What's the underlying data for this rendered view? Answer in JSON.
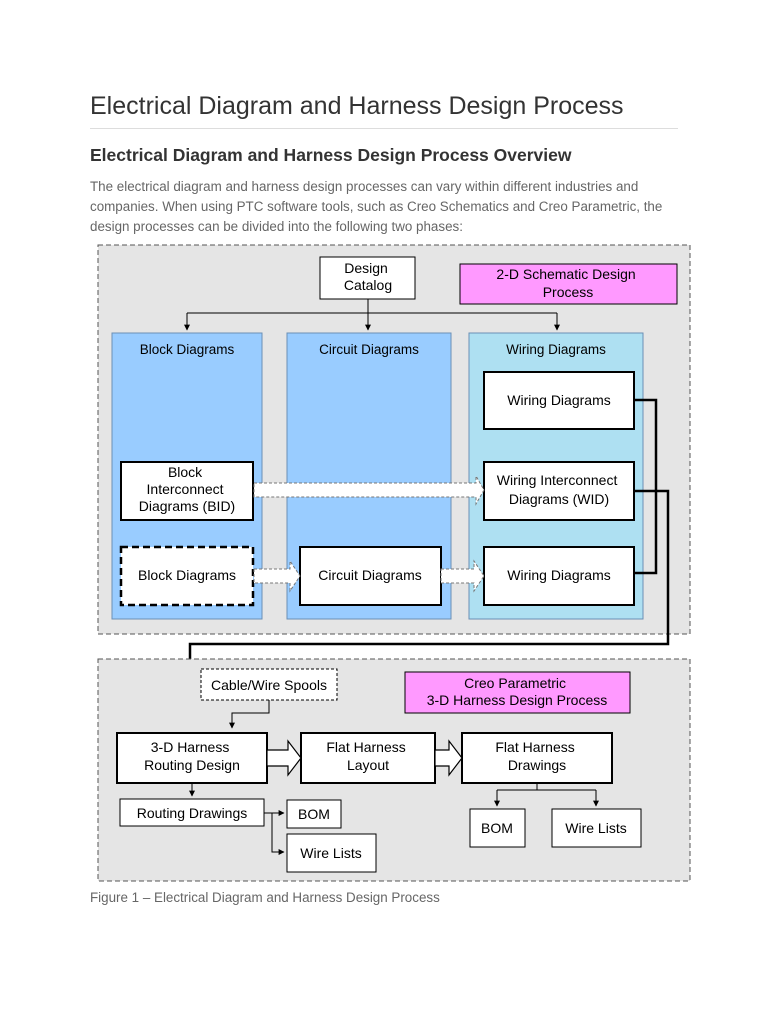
{
  "page": {
    "title": "Electrical Diagram and Harness Design Process",
    "section_title": "Electrical Diagram and Harness Design Process Overview",
    "intro": "The electrical diagram and harness design processes can vary within different industries and companies. When using PTC software tools, such as Creo Schematics and Creo Parametric, the design processes can be divided into the following two phases:",
    "caption": "Figure 1 – Electrical Diagram and Harness Design Process"
  },
  "diagram": {
    "design_catalog": [
      "Design",
      "Catalog"
    ],
    "schematic_phase_label": [
      "2-D Schematic Design",
      "Process"
    ],
    "column_block": "Block Diagrams",
    "column_circuit": "Circuit Diagrams",
    "column_wiring": "Wiring Diagrams",
    "wiring_diagrams_top": "Wiring Diagrams",
    "bid": [
      "Block",
      "Interconnect",
      "Diagrams (BID)"
    ],
    "wid": [
      "Wiring Interconnect",
      "Diagrams (WID)"
    ],
    "block_diagrams": "Block Diagrams",
    "circuit_diagrams": "Circuit Diagrams",
    "wiring_diagrams_bottom": "Wiring Diagrams",
    "cable_wire_spools": "Cable/Wire Spools",
    "harness_phase_label": [
      "Creo Parametric",
      "3-D Harness Design Process"
    ],
    "harness_routing": [
      "3-D Harness",
      "Routing Design"
    ],
    "flat_layout": [
      "Flat Harness",
      "Layout"
    ],
    "flat_drawings": [
      "Flat  Harness",
      "Drawings"
    ],
    "routing_drawings": "Routing Drawings",
    "bom_left": "BOM",
    "wire_lists_left": "Wire Lists",
    "bom_right": "BOM",
    "wire_lists_right": "Wire Lists",
    "colors": {
      "panel": "#e5e5e5",
      "column_blue": "#99ccff",
      "wiring_column": "#aee0f2",
      "phase_label": "#ff99ff"
    }
  }
}
